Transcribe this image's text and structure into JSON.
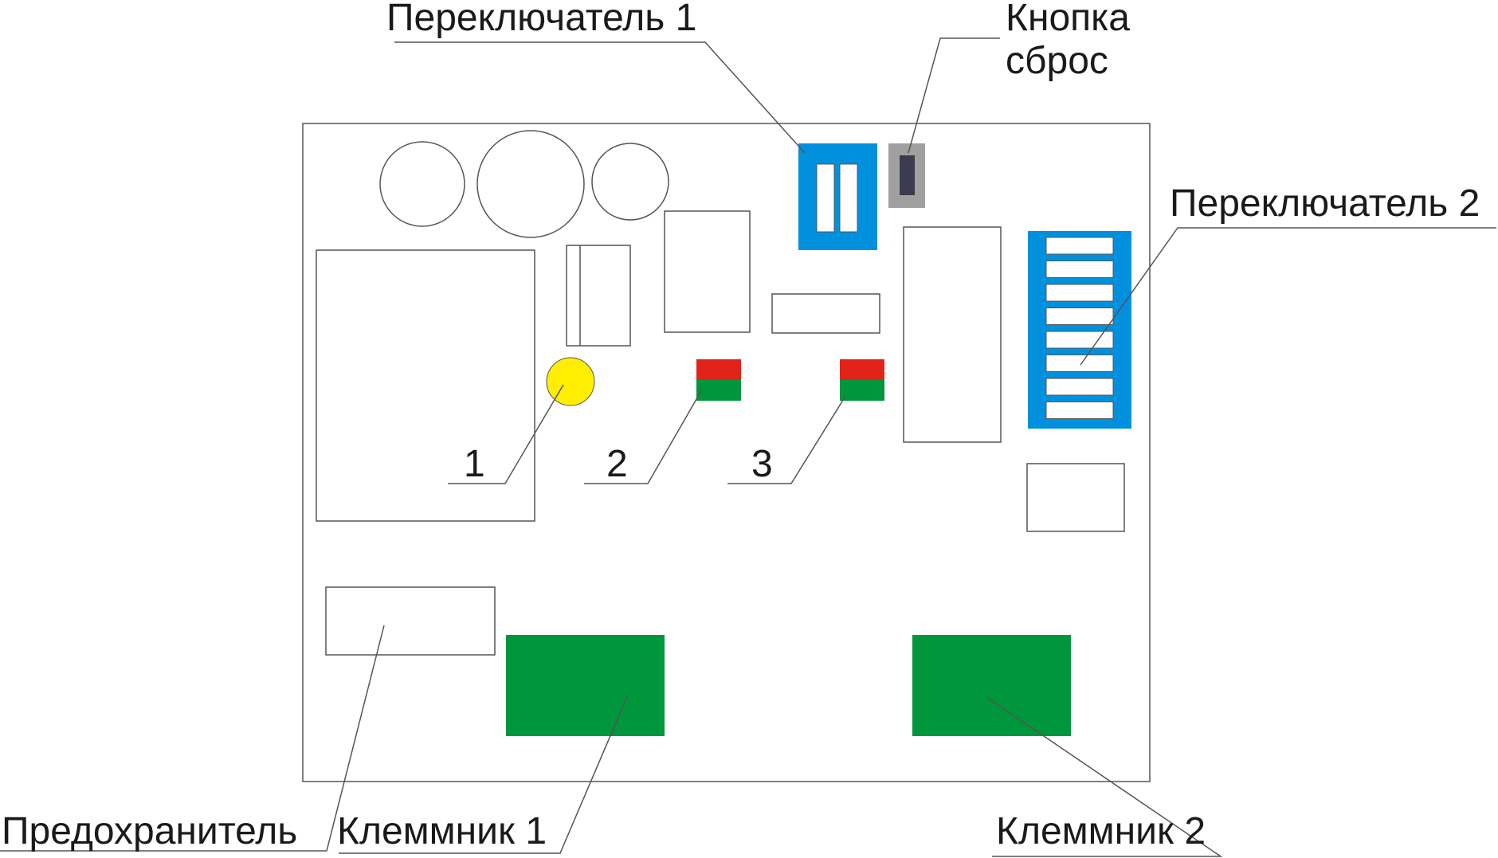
{
  "labels": {
    "switch1": "Переключатель 1",
    "reset_line1": "Кнопка",
    "reset_line2": "сброс",
    "switch2": "Переключатель 2",
    "indicator1": "1",
    "indicator2": "2",
    "indicator3": "3",
    "fuse": "Предохранитель",
    "terminal1": "Клеммник 1",
    "terminal2": "Клеммник 2"
  },
  "colors": {
    "switch_blue": "#0090dd",
    "reset_gray": "#a0a0a0",
    "reset_knob": "#3c3c50",
    "led_yellow": "#ffee00",
    "led_red": "#e2231a",
    "led_green": "#00963c",
    "terminal_green": "#00963c"
  },
  "icons": {
    "switch1": "dip-switch-2-icon",
    "switch2": "dip-switch-8-icon",
    "reset": "push-button-icon",
    "indicator1": "led-icon",
    "indicator2": "bicolor-led-icon",
    "indicator3": "bicolor-led-icon",
    "terminal": "terminal-block-icon"
  }
}
